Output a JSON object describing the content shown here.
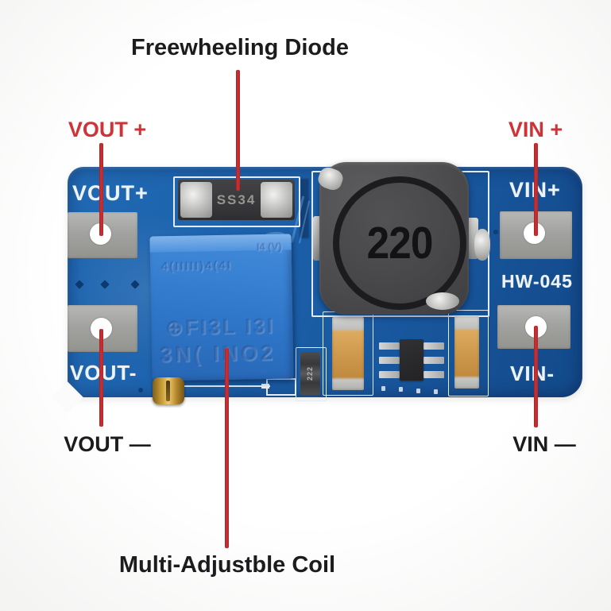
{
  "annotations": {
    "freewheeling": {
      "text": "Freewheeling Diode"
    },
    "vout_plus": {
      "text": "VOUT +"
    },
    "vin_plus": {
      "text": "VIN +"
    },
    "vout_minus": {
      "text": "VOUT —"
    },
    "vin_minus": {
      "text": "VIN —"
    },
    "coil": {
      "text": "Multi-Adjustble Coil"
    },
    "colors": {
      "positive_label": "#ce3338",
      "negative_label": "#1c1c1e",
      "pointer_line": "#c22b30"
    }
  },
  "board": {
    "model": "HW-045",
    "silkscreen": {
      "vout_plus": "VOUT+",
      "vout_minus": "VOUT-",
      "vin_plus": "VIN+",
      "vin_minus": "VIN-",
      "model": "HW-045"
    },
    "components": {
      "diode": {
        "marking": "SS34"
      },
      "inductor": {
        "marking": "220"
      },
      "resistor": {
        "marking": "222"
      },
      "trimpot": {
        "emboss_top1": "I4 (V)",
        "emboss_top2": "4(IIIII)4(4I",
        "emboss_line1": "⊕FI3L I3I",
        "emboss_line2": "3N( INO2"
      }
    },
    "colors": {
      "pcb_blue": "#1b5fa9",
      "trimpot_blue": "#3079ca",
      "pad_gray": "#a2a2a0",
      "screw_gold": "#c79a33"
    }
  }
}
